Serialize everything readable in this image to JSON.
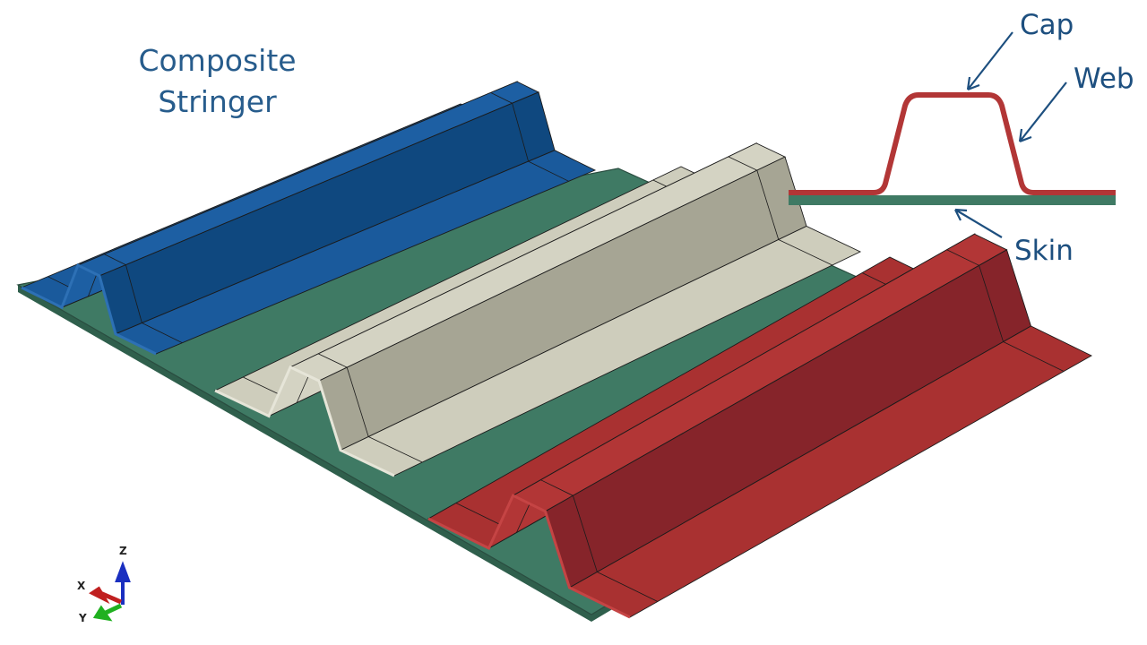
{
  "title": {
    "line1": "Composite",
    "line2": "Stringer"
  },
  "labels": {
    "cap": "Cap",
    "web": "Web",
    "skin": "Skin"
  },
  "triad": {
    "x": "X",
    "y": "Y",
    "z": "Z"
  },
  "colors": {
    "skin": "#3f7a64",
    "skin_edge": "#2a4d40",
    "blue": {
      "cap": "#1d5fa3",
      "web": "#0f487f",
      "flange": "#1a5a9c",
      "end": "#2d70b5"
    },
    "white": {
      "cap": "#d4d3c3",
      "web": "#a6a594",
      "flange": "#cecdbc",
      "end": "#e6e5d8"
    },
    "red": {
      "cap": "#b23636",
      "web": "#86242a",
      "flange": "#a93131",
      "end": "#c54444"
    }
  }
}
